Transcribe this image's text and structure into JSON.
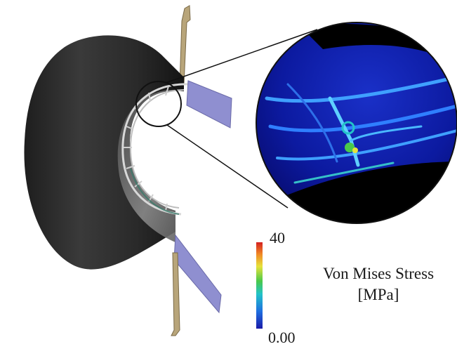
{
  "colorbar": {
    "max_label": "40",
    "min_label": "0.00",
    "title": "Von Mises Stress",
    "unit": "[MPa]",
    "range": [
      0,
      40
    ],
    "colors": [
      "#1a1aa8",
      "#1f6fe0",
      "#22c3c8",
      "#4ac94a",
      "#e6e23a",
      "#f08a26",
      "#d42020"
    ]
  },
  "colors": {
    "cylinder_dark": "#2b2b2b",
    "cylinder_light": "#6a6a6a",
    "bracket": "#8f8fd0",
    "rod": "#b8a57a",
    "frame_rib": "#d8d8d8",
    "zoom_background": "#0a0a7a",
    "zoom_outline": "#111111"
  }
}
